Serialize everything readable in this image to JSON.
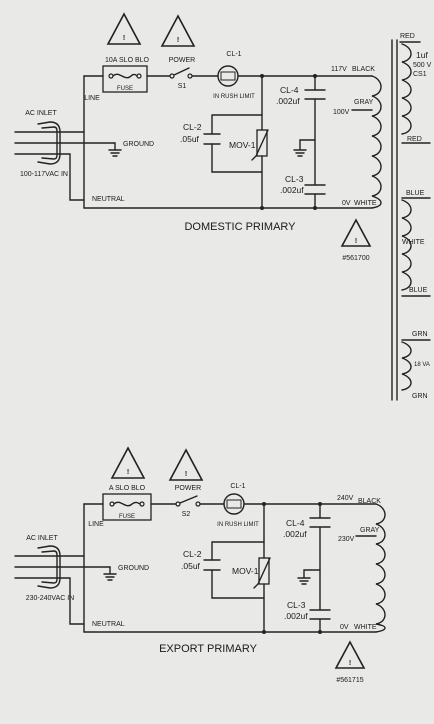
{
  "domestic": {
    "fuse_label": "10A SLO BLO",
    "fuse_sub": "FUSE",
    "power_label": "POWER",
    "switch_label": "S1",
    "cl1_label": "CL-1",
    "cl1_sub": "IN RUSH LIMIT",
    "line_label": "LINE",
    "ac_inlet": "AC INLET",
    "ground": "GROUND",
    "voltage_range": "100-117VAC IN",
    "neutral": "NEUTRAL",
    "cl2_label": "CL-2",
    "cl2_value": ".05uf",
    "mov_label": "MOV-1",
    "cl4_label": "CL-4",
    "cl4_value": ".002uf",
    "cl3_label": "CL-3",
    "cl3_value": ".002uf",
    "tap_top_v": "117V",
    "tap_top_c": "BLACK",
    "tap_mid_c": "GRAY",
    "tap_mid_v": "100V",
    "tap_bot_v": "0V",
    "tap_bot_c": "WHITE",
    "title": "DOMESTIC PRIMARY",
    "part_number": "#561700",
    "warning_symbol": "!"
  },
  "secondary": {
    "red_top": "RED",
    "cap_value": "1uf",
    "cap_voltage": "500 V",
    "cap_part": "CS1",
    "red_bottom": "RED",
    "blue_top": "BLUE",
    "white": "WHITE",
    "blue_bottom": "BLUE",
    "grn_top": "GRN",
    "volts_18": "18 VA",
    "grn_bottom": "GRN"
  },
  "export": {
    "fuse_label": "A SLO BLO",
    "fuse_sub": "FUSE",
    "power_label": "POWER",
    "switch_label": "S2",
    "cl1_label": "CL-1",
    "cl1_sub": "IN RUSH LIMIT",
    "line_label": "LINE",
    "ac_inlet": "AC INLET",
    "ground": "GROUND",
    "voltage_range": "230-240VAC IN",
    "neutral": "NEUTRAL",
    "cl2_label": "CL-2",
    "cl2_value": ".05uf",
    "mov_label": "MOV-1",
    "cl4_label": "CL-4",
    "cl4_value": ".002uf",
    "cl3_label": "CL-3",
    "cl3_value": ".002uf",
    "tap_top_v": "240V",
    "tap_top_c": "BLACK",
    "tap_mid_c": "GRAY",
    "tap_mid_v": "230V",
    "tap_bot_v": "0V",
    "tap_bot_c": "WHITE",
    "title": "EXPORT PRIMARY",
    "part_number": "#561715",
    "warning_symbol": "!"
  }
}
